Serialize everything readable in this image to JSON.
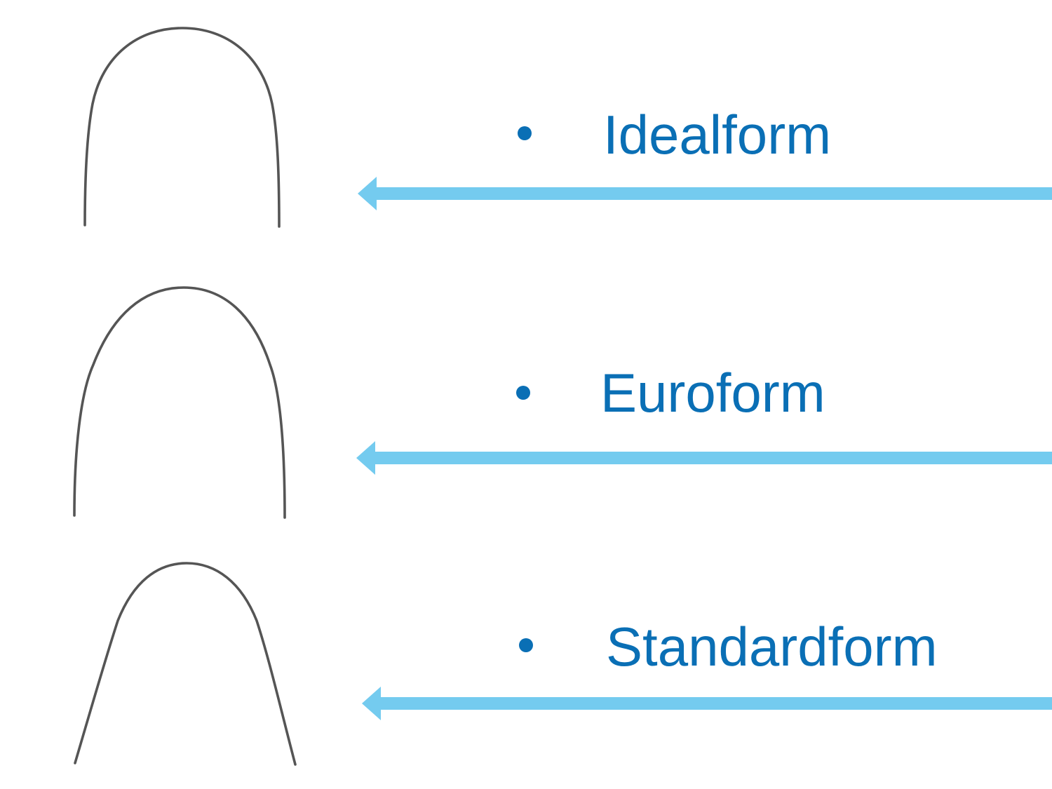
{
  "colors": {
    "text": "#0a6fb5",
    "arrow": "#74cbef",
    "wire": "#555555",
    "background": "#ffffff"
  },
  "items": [
    {
      "label": "Idealform",
      "bullet": "•",
      "arrow": "left-arrow",
      "shape": "idealform-archwire"
    },
    {
      "label": "Euroform",
      "bullet": "•",
      "arrow": "left-arrow",
      "shape": "euroform-archwire"
    },
    {
      "label": "Standardform",
      "bullet": "•",
      "arrow": "left-arrow",
      "shape": "standardform-archwire"
    }
  ]
}
